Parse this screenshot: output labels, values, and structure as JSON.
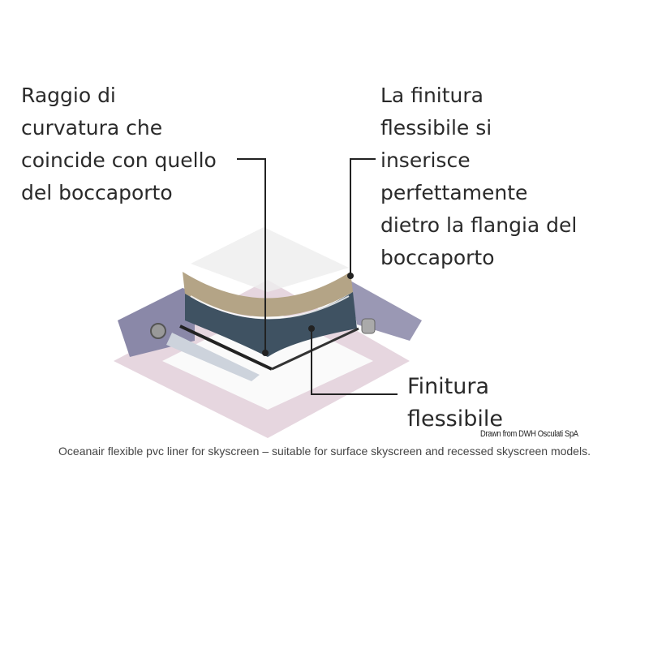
{
  "labels": {
    "left": [
      "Raggio di",
      "curvatura che",
      "coincide con quello",
      "del boccaporto"
    ],
    "right": [
      "La finitura",
      "flessibile si",
      "inserisce",
      "perfettamente",
      "dietro la flangia del",
      "boccaporto"
    ],
    "bottom": [
      "Finitura",
      "flessibile"
    ]
  },
  "credit": "Drawn from DWH Osculati SpA",
  "caption": "Oceanair flexible pvc liner for skyscreen – suitable for surface skyscreen and recessed skyscreen models."
}
